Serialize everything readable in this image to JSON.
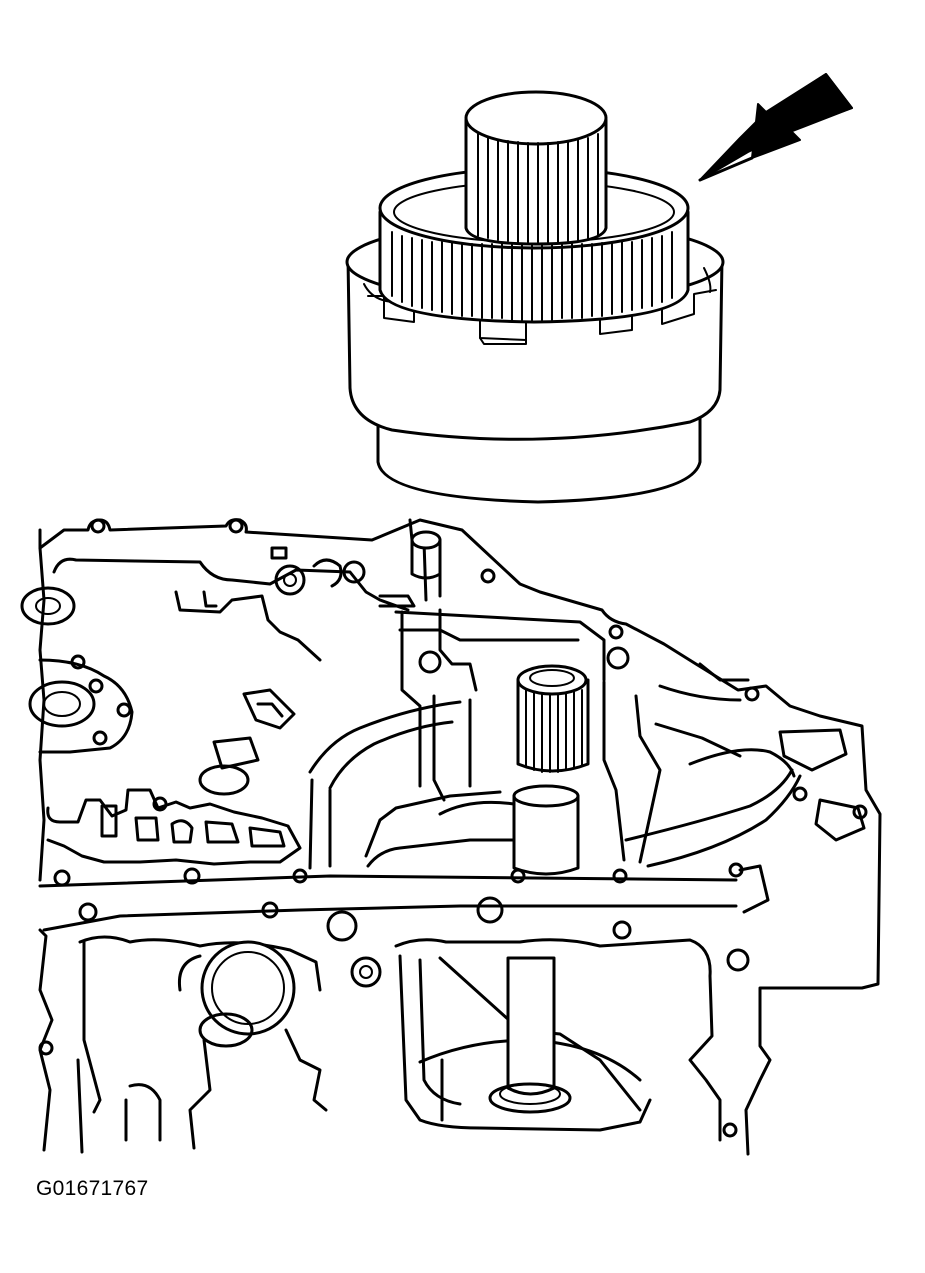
{
  "figure": {
    "id": "G01671767"
  },
  "parts": {
    "upper_component": "clutch-drum-assembly",
    "lower_component": "transaxle-case",
    "pointer": "arrow-icon"
  },
  "colors": {
    "line": "#000000",
    "background": "#ffffff"
  }
}
